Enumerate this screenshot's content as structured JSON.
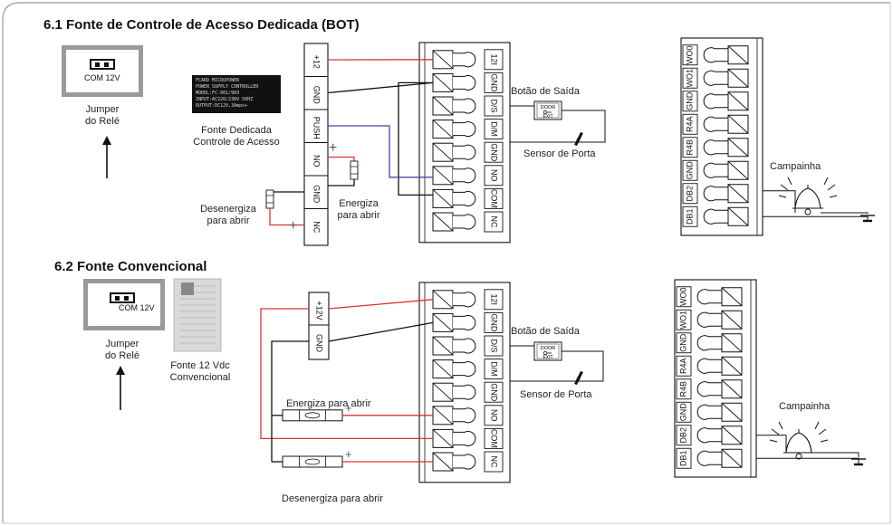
{
  "section1": {
    "title": "6.1 Fonte de Controle de Acesso Dedicada (BOT)",
    "jumper_text": "COM 12V",
    "jumper_caption": [
      "Jumper",
      "do Relé"
    ],
    "psu_label_lines": [
      "FCARD MICROPOWER",
      "POWER SUPPLY CONTROLLER",
      "MODEL:FC-901/903",
      "INPUT:AC220/230V 50HZ",
      "OUTPUT:DC12V,3Amps+"
    ],
    "psu_caption": [
      "Fonte Dedicada",
      "Controle de Acesso"
    ],
    "psu_terminals": [
      "+12",
      "GND",
      "PUSH",
      "NO",
      "GND",
      "NC"
    ],
    "label_energiza": [
      "Energiza",
      "para abrir"
    ],
    "label_desenergiza": [
      "Desenergiza",
      "para abrir"
    ],
    "exit_button": "Botão de Saída",
    "door_sensor": "Sensor de Porta",
    "bell": "Campainha",
    "plus": "+"
  },
  "section2": {
    "title": "6.2 Fonte Convencional",
    "jumper_text": "COM 12V",
    "jumper_caption": [
      "Jumper",
      "do Relé"
    ],
    "psu_caption": [
      "Fonte 12 Vdc",
      "Convencional"
    ],
    "psu_terminals": [
      "+12V",
      "GND"
    ],
    "label_energiza": "Energiza para abrir",
    "label_desenergiza": "Desenergiza para abrir",
    "exit_button": "Botão de Saída",
    "door_sensor": "Sensor de Porta",
    "bell": "Campainha",
    "plus": "+"
  },
  "main_terminals": [
    "12I",
    "GND",
    "D/S",
    "D/M",
    "GND",
    "NO",
    "COM",
    "NC"
  ],
  "right_terminals": [
    "WO0",
    "WO1",
    "GND",
    "R4A",
    "R4B",
    "GND",
    "DB2",
    "DB1"
  ],
  "door_exit_icon": {
    "line1": "DOOR",
    "line2": "EXIT"
  },
  "colors": {
    "red_wire": "#e03131",
    "purple_wire": "#5b3fa0",
    "black_wire": "#111111"
  }
}
